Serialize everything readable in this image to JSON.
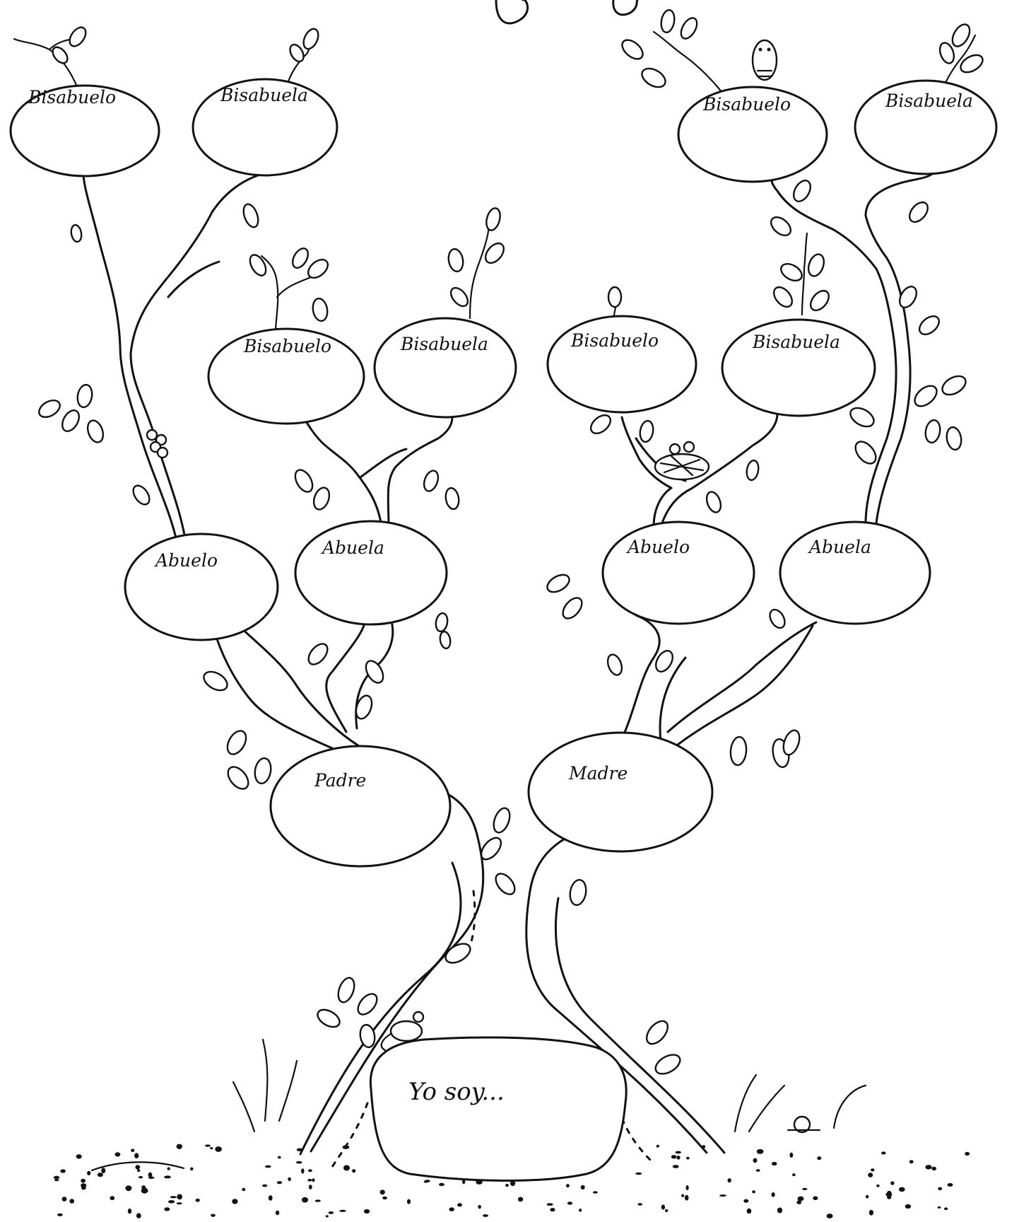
{
  "tree": {
    "yo_label": "Yo soy...",
    "parents": {
      "padre": "Padre",
      "madre": "Madre"
    },
    "grandparents": {
      "paternal_abuelo": "Abuelo",
      "paternal_abuela": "Abuela",
      "maternal_abuelo": "Abuelo",
      "maternal_abuela": "Abuela"
    },
    "great_grandparents": {
      "pp_bisabuelo": "Bisabuelo",
      "pp_bisabuela": "Bisabuela",
      "pm_bisabuelo": "Bisabuelo",
      "pm_bisabuela": "Bisabuela",
      "mp_bisabuelo": "Bisabuelo",
      "mp_bisabuela": "Bisabuela",
      "mm_bisabuelo": "Bisabuelo",
      "mm_bisabuela": "Bisabuela"
    }
  }
}
